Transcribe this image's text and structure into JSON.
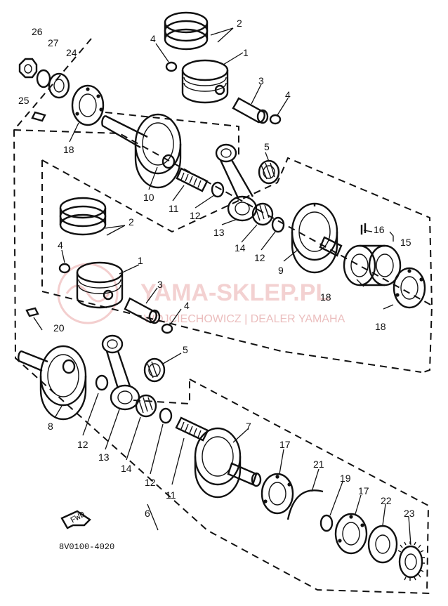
{
  "watermark": {
    "title": "YAMA-SKLEP.PL",
    "subtitle": "WOJCIECHOWICZ | DEALER YAMAHA"
  },
  "diagram_code": "8V0100-4020",
  "fwd_label": "FWD",
  "callouts": {
    "c1a": "1",
    "c1b": "1",
    "c2a": "2",
    "c2b": "2",
    "c3a": "3",
    "c3b": "3",
    "c4a": "4",
    "c4b": "4",
    "c4c": "4",
    "c4d": "4",
    "c5a": "5",
    "c5b": "5",
    "c6": "6",
    "c7": "7",
    "c8": "8",
    "c9": "9",
    "c10": "10",
    "c11a": "11",
    "c11b": "11",
    "c12a": "12",
    "c12b": "12",
    "c12c": "12",
    "c12d": "12",
    "c13a": "13",
    "c13b": "13",
    "c14a": "14",
    "c14b": "14",
    "c15": "15",
    "c16": "16",
    "c17a": "17",
    "c17b": "17",
    "c18a": "18",
    "c18b": "18",
    "c18c": "18",
    "c19": "19",
    "c20": "20",
    "c21": "21",
    "c22": "22",
    "c23": "23",
    "c24": "24",
    "c25": "25",
    "c26": "26",
    "c27": "27"
  }
}
